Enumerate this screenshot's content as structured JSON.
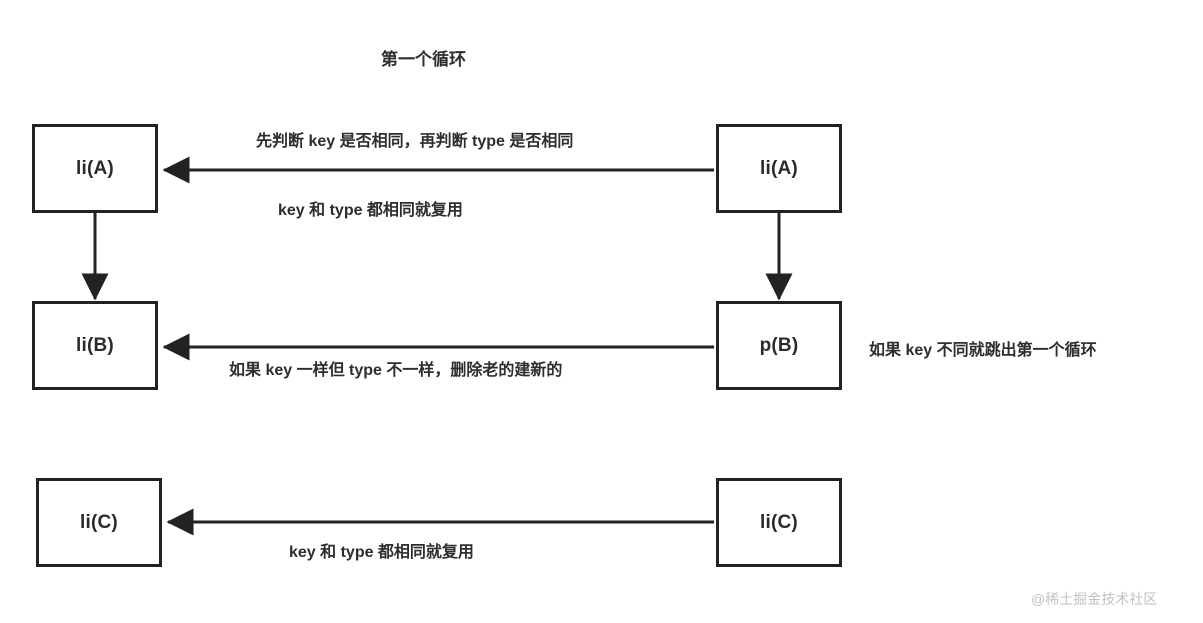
{
  "diagram": {
    "title": "第一个循环",
    "watermark": "@稀土掘金技术社区",
    "nodes": [
      {
        "id": "old-li-a",
        "label": "li(A)"
      },
      {
        "id": "new-li-a",
        "label": "li(A)"
      },
      {
        "id": "old-li-b",
        "label": "li(B)"
      },
      {
        "id": "new-p-b",
        "label": "p(B)"
      },
      {
        "id": "old-li-c",
        "label": "li(C)"
      },
      {
        "id": "new-li-c",
        "label": "li(C)"
      }
    ],
    "edge_labels": {
      "row1_top": "先判断 key 是否相同，再判断 type 是否相同",
      "row1_bottom": "key 和 type 都相同就复用",
      "row2_bottom": "如果 key 一样但 type 不一样，删除老的建新的",
      "row3_bottom": "key 和 type 都相同就复用"
    },
    "side_notes": {
      "row2_right": "如果 key 不同就跳出第一个循环"
    },
    "colors": {
      "stroke": "#222222",
      "text": "#2e2e2e",
      "background": "#ffffff",
      "watermark": "#c2c2c2"
    }
  }
}
